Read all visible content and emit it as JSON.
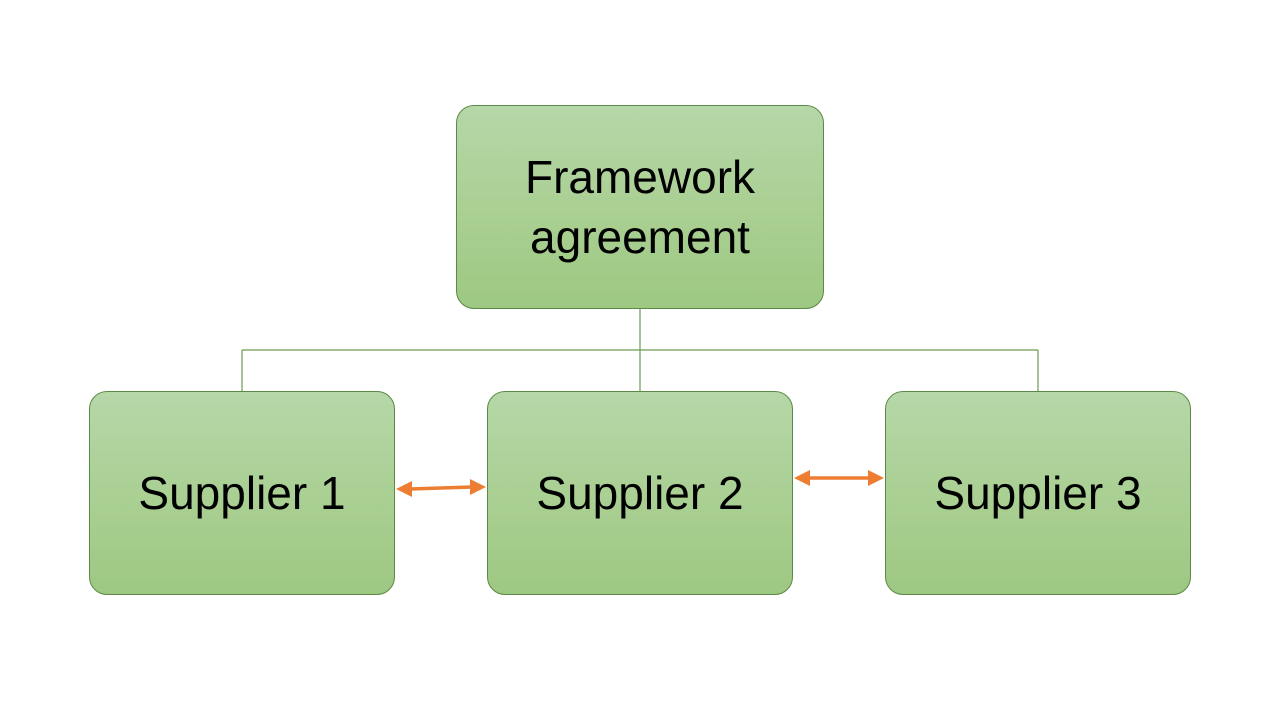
{
  "diagram": {
    "root": {
      "label": "Framework\nagreement"
    },
    "suppliers": [
      {
        "label": "Supplier 1"
      },
      {
        "label": "Supplier 2"
      },
      {
        "label": "Supplier 3"
      }
    ],
    "colors": {
      "node_fill_top": "#b6d7a8",
      "node_fill_bottom": "#9dc882",
      "node_border": "#5c8a46",
      "connector": "#6a9a52",
      "arrow": "#ed7d31"
    }
  }
}
